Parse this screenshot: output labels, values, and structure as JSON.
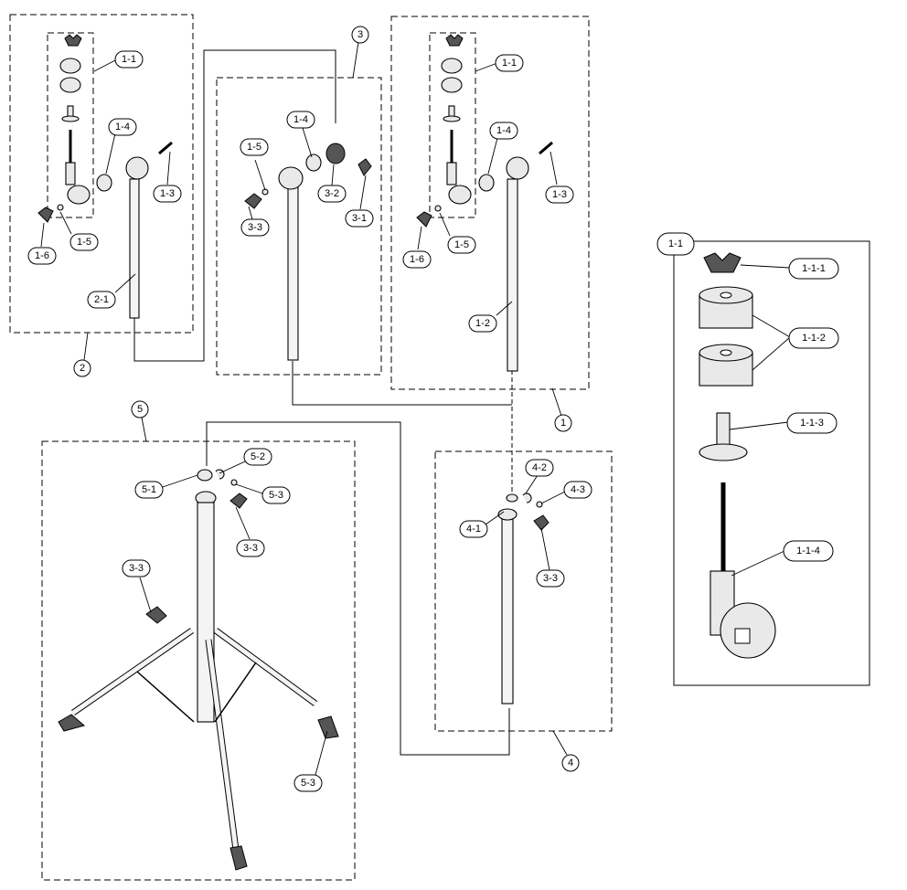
{
  "assemblies": [
    {
      "id": "assembly-1",
      "label": "1"
    },
    {
      "id": "assembly-2",
      "label": "2"
    },
    {
      "id": "assembly-3",
      "label": "3"
    },
    {
      "id": "assembly-4",
      "label": "4"
    },
    {
      "id": "assembly-5",
      "label": "5"
    }
  ],
  "labels": {
    "a2_1_1": "1-1",
    "a2_1_4": "1-4",
    "a2_1_3": "1-3",
    "a2_1_5": "1-5",
    "a2_1_6": "1-6",
    "a2_2_1": "2-1",
    "a3_1_4": "1-4",
    "a3_1_5": "1-5",
    "a3_3_2": "3-2",
    "a3_3_1": "3-1",
    "a3_3_3": "3-3",
    "a1_1_1": "1-1",
    "a1_1_4": "1-4",
    "a1_1_3": "1-3",
    "a1_1_5": "1-5",
    "a1_1_6": "1-6",
    "a1_1_2": "1-2",
    "d_1_1": "1-1",
    "d_1_1_1": "1-1-1",
    "d_1_1_2": "1-1-2",
    "d_1_1_3": "1-1-3",
    "d_1_1_4": "1-1-4",
    "a5_5_2": "5-2",
    "a5_5_1": "5-1",
    "a5_5_3a": "5-3",
    "a5_3_3a": "3-3",
    "a5_3_3b": "3-3",
    "a5_5_3b": "5-3",
    "a4_4_2": "4-2",
    "a4_4_3": "4-3",
    "a4_4_1": "4-1",
    "a4_3_3": "3-3"
  }
}
